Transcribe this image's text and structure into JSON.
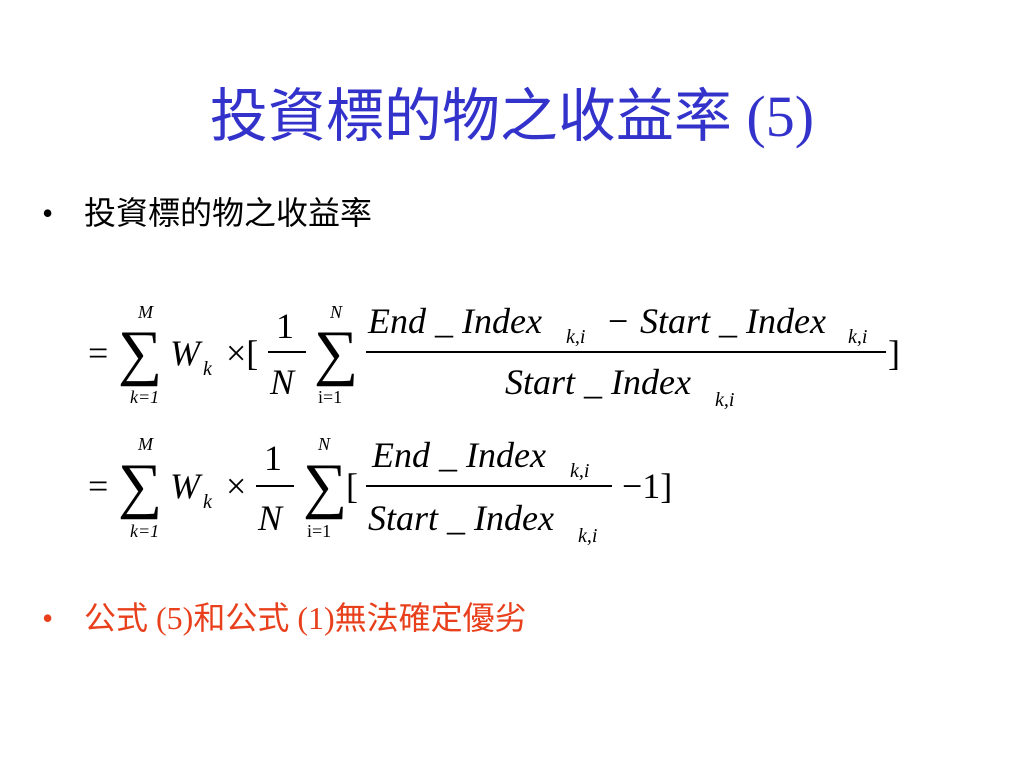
{
  "slide": {
    "title": "投資標的物之收益率 (5)",
    "title_color": "#3333cc",
    "bullets": [
      {
        "text": "投資標的物之收益率",
        "color": "#000000"
      },
      {
        "text": "公式 (5)和公式 (1)無法確定優劣",
        "color": "#e8401c"
      }
    ],
    "bullet_glyph": "•"
  },
  "equations": {
    "eq1": {
      "equals": "=",
      "sum_outer_upper": "M",
      "sum_outer_lower": "k=1",
      "weight": "W",
      "weight_sub": "k",
      "times_open": "×[",
      "frac_num": "1",
      "frac_den": "N",
      "sum_inner_upper": "N",
      "sum_inner_lower": "i=1",
      "num_end": "End _ Index",
      "num_end_sub": "k,i",
      "num_minus": "−",
      "num_start": "Start _ Index",
      "num_start_sub": "k,i",
      "den_start": "Start _ Index",
      "den_start_sub": "k,i",
      "close": "]"
    },
    "eq2": {
      "equals": "=",
      "sum_outer_upper": "M",
      "sum_outer_lower": "k=1",
      "weight": "W",
      "weight_sub": "k",
      "times": "×",
      "frac_num": "1",
      "frac_den": "N",
      "sum_inner_upper": "N",
      "sum_inner_lower": "i=1",
      "open": "[",
      "num_end": "End _ Index",
      "num_end_sub": "k,i",
      "den_start": "Start _ Index",
      "den_start_sub": "k,i",
      "minus_one": "−1]"
    }
  }
}
